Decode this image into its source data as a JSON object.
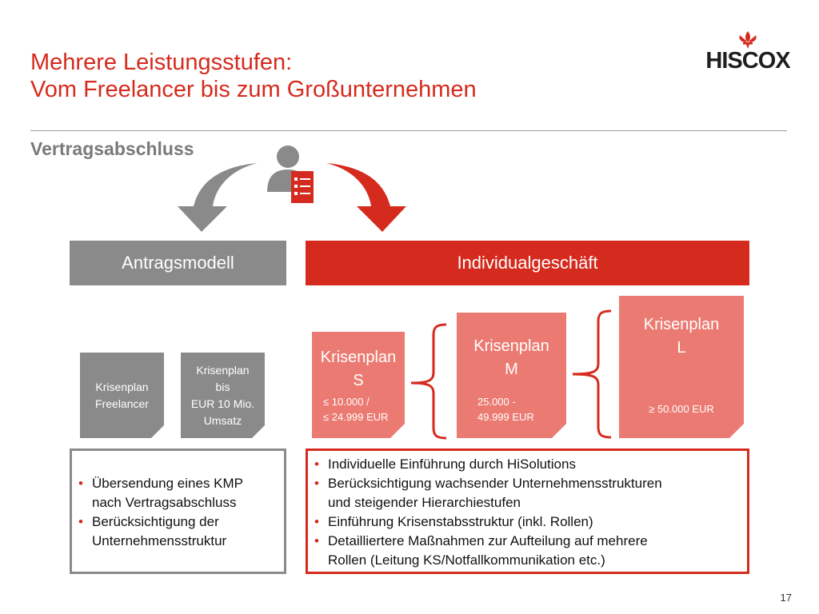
{
  "header": {
    "title_line1": "Mehrere Leistungsstufen:",
    "title_line2": "Vom Freelancer bis zum Großunternehmen",
    "logo_text": "HISCOX",
    "subtitle": "Vertragsabschluss"
  },
  "icons": {
    "contract_person": "person-with-document-icon",
    "arrow_left": "curved-arrow-down-left-icon",
    "arrow_right": "curved-arrow-down-right-icon",
    "logo_emblem": "fleur-de-lis-icon"
  },
  "colors": {
    "accent": "#d52b1e",
    "grey": "#8a8a8a",
    "light_red": "#eb7b72"
  },
  "bands": {
    "antragsmodell": "Antragsmodell",
    "individualgeschaeft": "Individualgeschäft"
  },
  "docs": {
    "freelancer": {
      "line1": "Krisenplan",
      "line2": "Freelancer"
    },
    "umsatz": {
      "line1": "Krisenplan",
      "line2": "bis",
      "line3": "EUR 10 Mio.",
      "line4": "Umsatz"
    },
    "s": {
      "line1": "Krisenplan",
      "line2": "S",
      "price1": "≤ 10.000 /",
      "price2": "≤ 24.999 EUR"
    },
    "m": {
      "line1": "Krisenplan",
      "line2": "M",
      "price1": "25.000  -",
      "price2": "49.999 EUR"
    },
    "l": {
      "line1": "Krisenplan",
      "line2": "L",
      "price1": "≥ 50.000 EUR"
    }
  },
  "box_left": {
    "items": [
      {
        "line1": "Übersendung eines KMP",
        "line2": "nach Vertragsabschluss"
      },
      {
        "line1": "Berücksichtigung der",
        "line2": "Unternehmensstruktur"
      }
    ]
  },
  "box_right": {
    "items": [
      {
        "line1": "Individuelle Einführung durch HiSolutions"
      },
      {
        "line1": "Berücksichtigung wachsender Unternehmensstrukturen",
        "line2": "und steigender Hierarchiestufen"
      },
      {
        "line1": "Einführung Krisenstabsstruktur (inkl. Rollen)"
      },
      {
        "line1": "Detailliertere Maßnahmen zur Aufteilung auf mehrere",
        "line2": "Rollen (Leitung KS/Notfallkommunikation etc.)"
      }
    ]
  },
  "page_number": "17"
}
